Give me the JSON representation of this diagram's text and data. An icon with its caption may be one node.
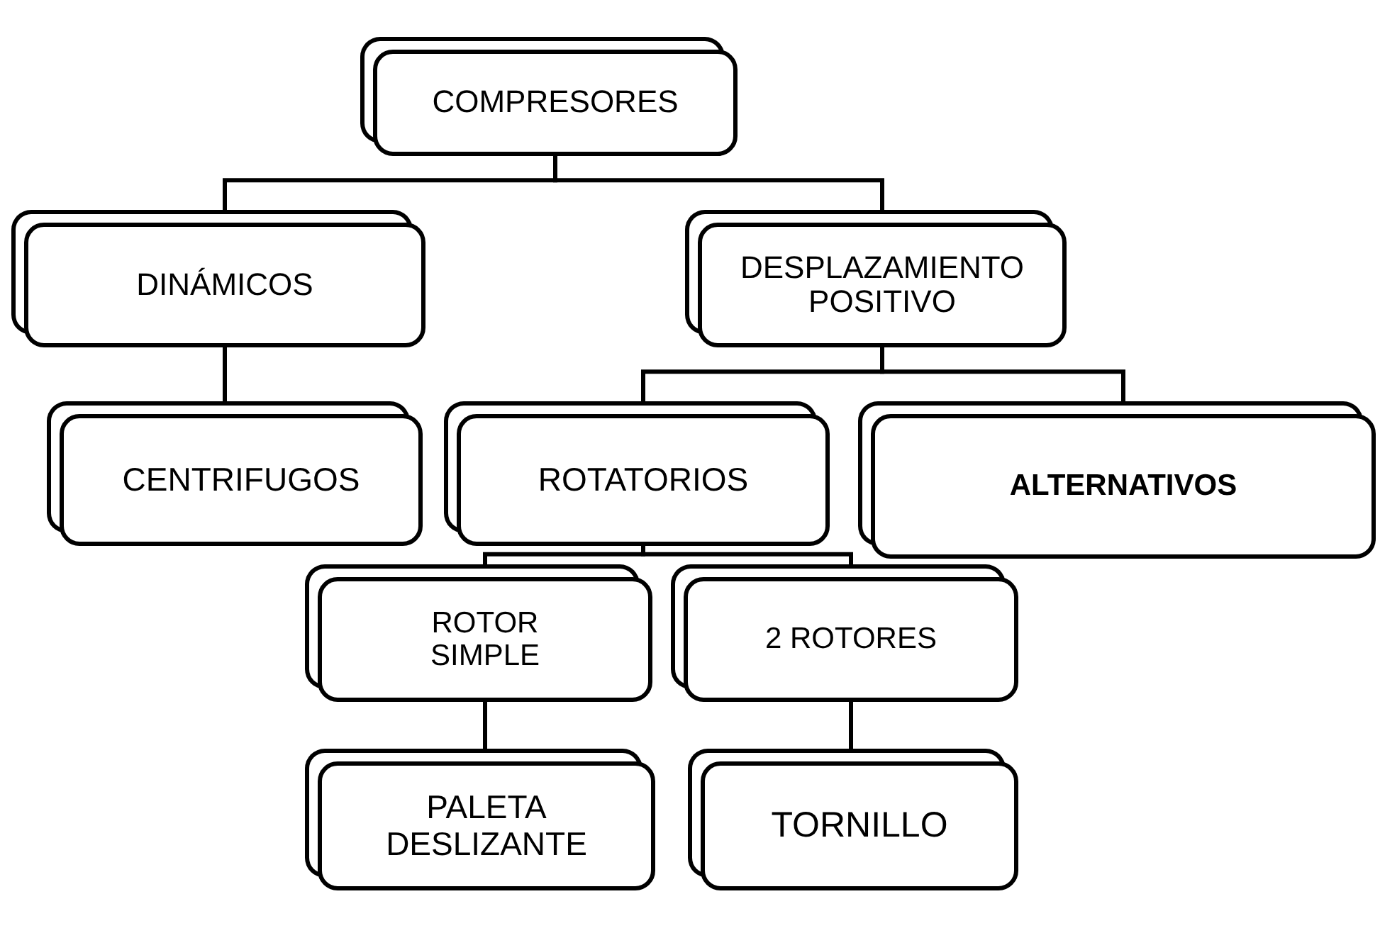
{
  "diagram": {
    "nodes": [
      {
        "text": [
          "COMPRESORES"
        ]
      },
      {
        "text": [
          "DINÁMICOS"
        ]
      },
      {
        "text": [
          "DESPLAZAMIENTO POSITIVO"
        ]
      },
      {
        "text": [
          "CENTRIFUGOS"
        ]
      },
      {
        "text": [
          "ROTATORIOS"
        ]
      },
      {
        "text": [
          "ALTERNATIVOS"
        ]
      },
      {
        "text": [
          "ROTOR SIMPLE"
        ]
      },
      {
        "text": [
          "2 ROTORES"
        ]
      },
      {
        "text": [
          "PALETA DESLIZANTE"
        ]
      },
      {
        "text": [
          "TORNILLO"
        ]
      }
    ],
    "edges": [
      {
        "from": 0,
        "to": 1,
        "arrow": "none"
      },
      {
        "from": 0,
        "to": 2,
        "arrow": "none"
      },
      {
        "from": 1,
        "to": 3,
        "arrow": "none"
      },
      {
        "from": 2,
        "to": 4,
        "arrow": "none"
      },
      {
        "from": 2,
        "to": 5,
        "arrow": "none"
      },
      {
        "from": 4,
        "to": 6,
        "arrow": "none"
      },
      {
        "from": 4,
        "to": 7,
        "arrow": "none"
      },
      {
        "from": 6,
        "to": 8,
        "arrow": "none"
      },
      {
        "from": 7,
        "to": 9,
        "arrow": "none"
      }
    ]
  }
}
